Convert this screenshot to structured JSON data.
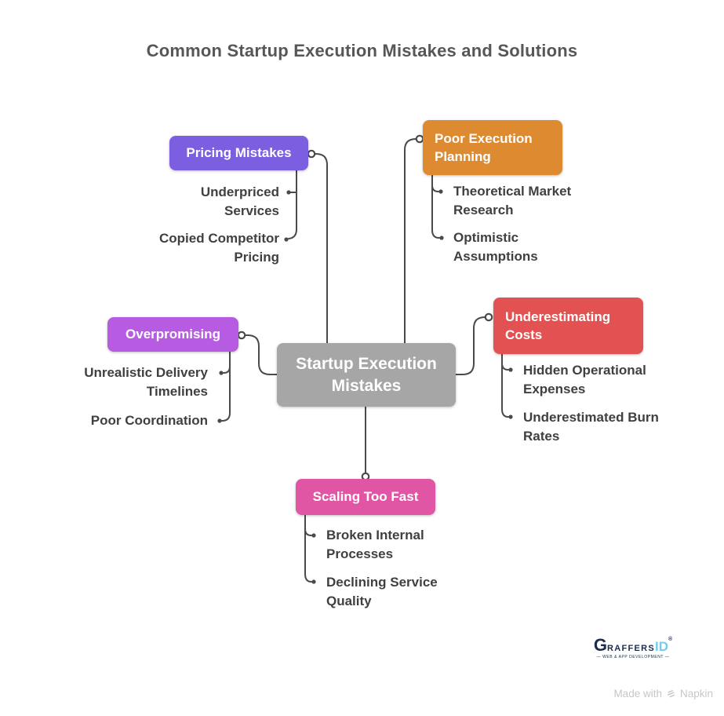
{
  "title": "Common Startup Execution Mistakes and Solutions",
  "central": {
    "label": "Startup Execution Mistakes",
    "color": "#a6a6a6"
  },
  "branches": [
    {
      "label": "Pricing Mistakes",
      "color": "#7c5fe0",
      "children": [
        "Underpriced Services",
        "Copied Competitor Pricing"
      ]
    },
    {
      "label": "Poor Execution Planning",
      "color": "#de8a30",
      "children": [
        "Theoretical Market Research",
        "Optimistic Assumptions"
      ]
    },
    {
      "label": "Overpromising",
      "color": "#b75ce2",
      "children": [
        "Unrealistic Delivery Timelines",
        "Poor Coordination"
      ]
    },
    {
      "label": "Underestimating Costs",
      "color": "#e25252",
      "children": [
        "Hidden Operational Expenses",
        "Underestimated Burn Rates"
      ]
    },
    {
      "label": "Scaling Too Fast",
      "color": "#e156a4",
      "children": [
        "Broken Internal Processes",
        "Declining Service Quality"
      ]
    }
  ],
  "branding": {
    "g": "G",
    "raffers": "RAFFERS",
    "id": "ID",
    "reg": "®",
    "tagline": "— WEB & APP DEVELOPMENT —"
  },
  "watermark": {
    "prefix": "Made with",
    "brand": "Napkin"
  },
  "colors": {
    "line": "#4a4a4a",
    "leaf_text": "#3e4042",
    "title_text": "#565759"
  }
}
